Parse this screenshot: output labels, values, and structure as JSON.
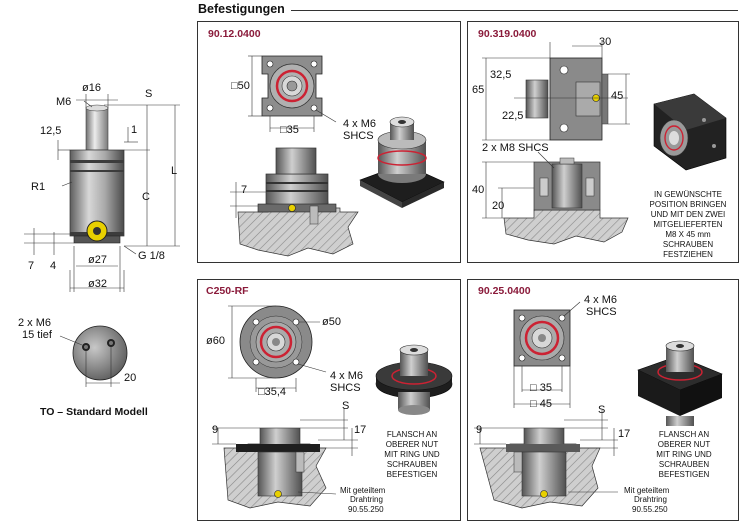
{
  "section_title": "Befestigungen",
  "model": {
    "caption": "TO – Standard Modell",
    "dims": {
      "d16": "ø16",
      "m6": "M6",
      "s": "S",
      "d12_5": "12,5",
      "d1": "1",
      "c": "C",
      "l": "L",
      "r1": "R1",
      "d7": "7",
      "d4": "4",
      "d27": "ø27",
      "g18": "G 1/8",
      "d32": "ø32",
      "holes1": "2 x M6",
      "holes2": "15 tief",
      "d20": "20"
    }
  },
  "panels": {
    "p1": {
      "code": "90.12.0400",
      "d50": "□50",
      "d35": "□35",
      "shcs1": "4 x M6",
      "shcs2": "SHCS",
      "d7": "7"
    },
    "p2": {
      "code": "90.319.0400",
      "d30": "30",
      "d32_5": "32,5",
      "d65": "65",
      "d45": "45",
      "d22_5": "22,5",
      "m8": "2 x M8 SHCS",
      "d40": "40",
      "d20": "20",
      "note": [
        "IN GEWÜNSCHTE",
        "POSITION BRINGEN",
        "UND MIT DEN ZWEI",
        "MITGELIEFERTEN",
        "M8 X 45 mm",
        "SCHRAUBEN",
        "FESTZIEHEN"
      ]
    },
    "p3": {
      "code": "C250-RF",
      "d60": "ø60",
      "d50": "ø50",
      "shcs1": "4 x M6",
      "shcs2": "SHCS",
      "d35_4": "□35,4",
      "s": "S",
      "d9": "9",
      "d17": "17",
      "note": [
        "FLANSCH AN",
        "OBERER NUT",
        "MIT RING UND",
        "SCHRAUBEN",
        "BEFESTIGEN"
      ],
      "ring1": "Mit geteiltem",
      "ring2": "Drahtring",
      "ring3": "90.55.250"
    },
    "p4": {
      "code": "90.25.0400",
      "shcs1": "4 x M6",
      "shcs2": "SHCS",
      "d35": "□ 35",
      "d45": "□ 45",
      "s": "S",
      "d9": "9",
      "d17": "17",
      "note": [
        "FLANSCH AN",
        "OBERER NUT",
        "MIT RING UND",
        "SCHRAUBEN",
        "BEFESTIGEN"
      ],
      "ring1": "Mit geteiltem",
      "ring2": "Drahtring",
      "ring3": "90.55.250"
    }
  },
  "colors": {
    "panel_border": "#333333",
    "code_red": "#8a1a3a",
    "metal_light": "#b8b8b8",
    "metal_dark": "#5a5a5a",
    "ring_red": "#cc2233",
    "accent_yellow": "#e8d000",
    "hatch_gray": "#9a9a9a"
  }
}
